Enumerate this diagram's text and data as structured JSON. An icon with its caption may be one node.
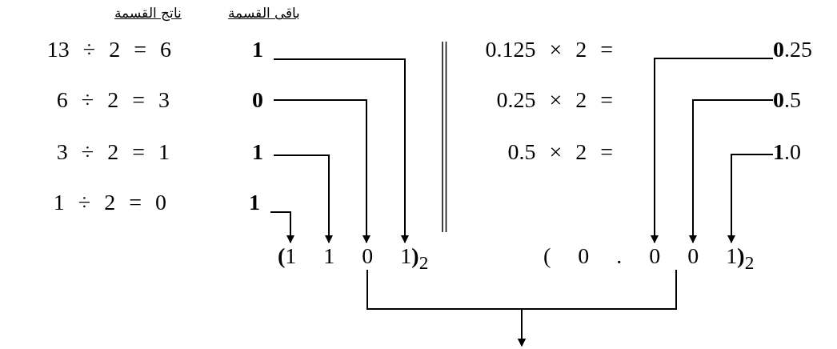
{
  "diagram": {
    "nodes": [
      {
        "text": [
          "1"
        ]
      },
      {
        "text": [
          "0"
        ]
      },
      {
        "text": [
          "1"
        ]
      },
      {
        "text": [
          "1"
        ]
      },
      {
        "text": [
          "**0**.25"
        ]
      },
      {
        "text": [
          "**0**.5"
        ]
      },
      {
        "text": [
          "**1**.0"
        ]
      },
      {
        "text": [
          "**(**1 1 0 1**)**$_{2}$"
        ]
      },
      {
        "text": [
          "( 0 . 0 0 1**)**$_{2}$"
        ]
      }
    ],
    "edges": [
      {
        "from": 0,
        "to": 7,
        "arrow": "to"
      },
      {
        "from": 1,
        "to": 7,
        "arrow": "to"
      },
      {
        "from": 2,
        "to": 7,
        "arrow": "to"
      },
      {
        "from": 3,
        "to": 7,
        "arrow": "to"
      },
      {
        "from": 4,
        "to": 8,
        "arrow": "to"
      },
      {
        "from": 5,
        "to": 8,
        "arrow": "to"
      },
      {
        "from": 6,
        "to": 8,
        "arrow": "to"
      },
      {
        "from": 7,
        "to": null,
        "arrow": "to"
      },
      {
        "from": 8,
        "to": null,
        "arrow": "to"
      }
    ],
    "labels": [
      "ناتج القسمة",
      "باقى القسمة",
      "13 ÷ 2 = 6",
      "0.125 × 2 =",
      "6 ÷ 2 = 3",
      "0.25 × 2 =",
      "3 ÷ 2 = 1",
      "0.5 × 2 =",
      "1 ÷ 2 = 0"
    ]
  }
}
